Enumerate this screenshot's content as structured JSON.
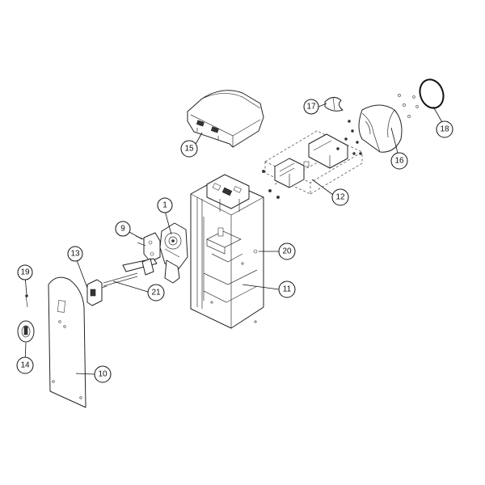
{
  "callouts": [
    {
      "id": "c1",
      "number": "1"
    },
    {
      "id": "c9",
      "number": "9"
    },
    {
      "id": "c10",
      "number": "10"
    },
    {
      "id": "c11",
      "number": "11"
    },
    {
      "id": "c12",
      "number": "12"
    },
    {
      "id": "c13",
      "number": "13"
    },
    {
      "id": "c14",
      "number": "14"
    },
    {
      "id": "c15",
      "number": "15"
    },
    {
      "id": "c16",
      "number": "16"
    },
    {
      "id": "c17",
      "number": "17"
    },
    {
      "id": "c18",
      "number": "18"
    },
    {
      "id": "c19",
      "number": "19"
    },
    {
      "id": "c20",
      "number": "20"
    },
    {
      "id": "c21",
      "number": "21"
    }
  ]
}
